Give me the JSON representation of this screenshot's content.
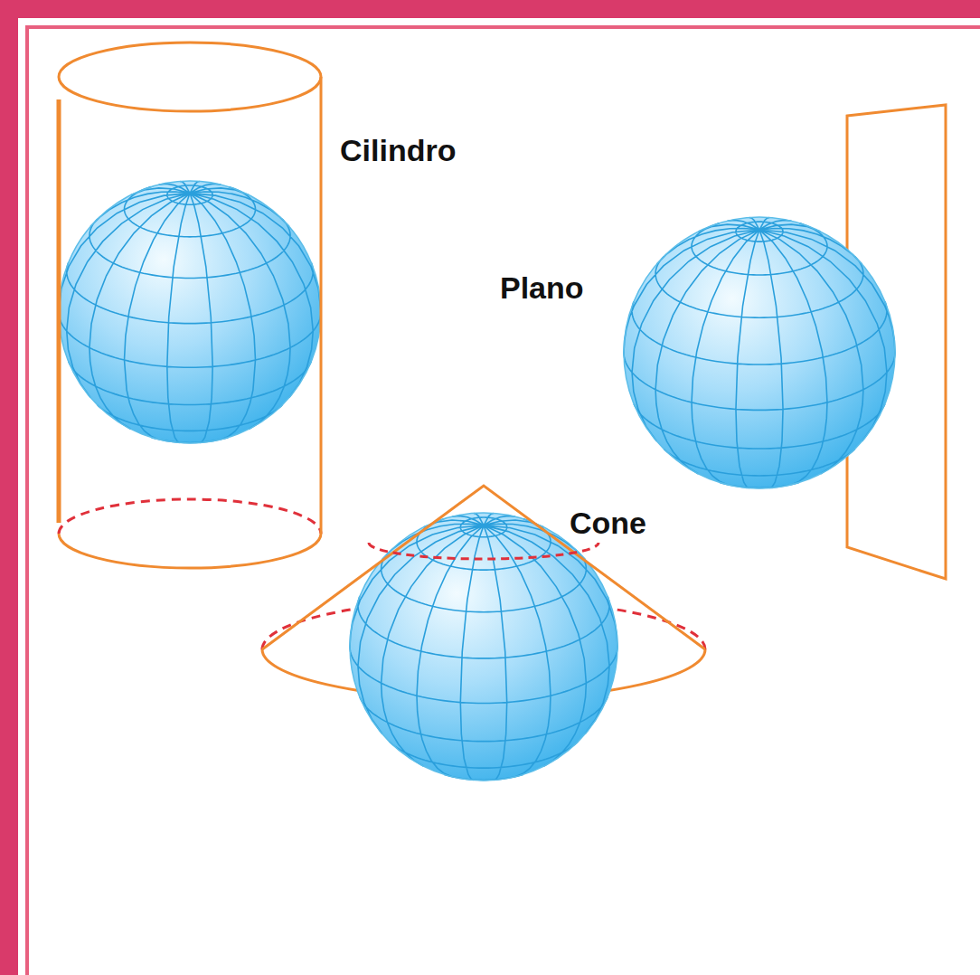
{
  "diagram": {
    "labels": [
      "Cilindro",
      "Plano",
      "Cone"
    ]
  }
}
